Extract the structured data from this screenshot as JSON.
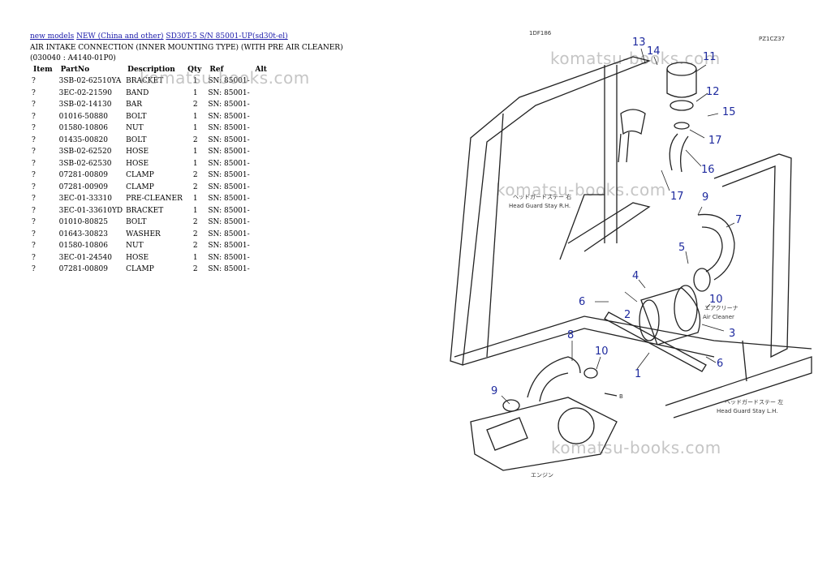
{
  "breadcrumb": {
    "links": [
      "new models",
      "NEW (China and other)",
      "SD30T-5 S/N 85001-UP(sd30t-el)"
    ]
  },
  "page_title": "AIR INTAKE CONNECTION (INNER MOUNTING TYPE) (WITH PRE AIR CLEANER)(030040 : A4140-01P0)",
  "table": {
    "headers": [
      "Item",
      "PartNo",
      "Description",
      "Qty",
      "Ref",
      "Alt"
    ],
    "rows": [
      {
        "item": "?",
        "part": "3SB-02-62510YA",
        "desc": "BRACKET",
        "qty": "1",
        "ref": "SN: 85001-"
      },
      {
        "item": "?",
        "part": "3EC-02-21590",
        "desc": "BAND",
        "qty": "1",
        "ref": "SN: 85001-"
      },
      {
        "item": "?",
        "part": "3SB-02-14130",
        "desc": "BAR",
        "qty": "2",
        "ref": "SN: 85001-"
      },
      {
        "item": "?",
        "part": "01016-50880",
        "desc": "BOLT",
        "qty": "1",
        "ref": "SN: 85001-"
      },
      {
        "item": "?",
        "part": "01580-10806",
        "desc": "NUT",
        "qty": "1",
        "ref": "SN: 85001-"
      },
      {
        "item": "?",
        "part": "01435-00820",
        "desc": "BOLT",
        "qty": "2",
        "ref": "SN: 85001-"
      },
      {
        "item": "?",
        "part": "3SB-02-62520",
        "desc": "HOSE",
        "qty": "1",
        "ref": "SN: 85001-"
      },
      {
        "item": "?",
        "part": "3SB-02-62530",
        "desc": "HOSE",
        "qty": "1",
        "ref": "SN: 85001-"
      },
      {
        "item": "?",
        "part": "07281-00809",
        "desc": "CLAMP",
        "qty": "2",
        "ref": "SN: 85001-"
      },
      {
        "item": "?",
        "part": "07281-00909",
        "desc": "CLAMP",
        "qty": "2",
        "ref": "SN: 85001-"
      },
      {
        "item": "?",
        "part": "3EC-01-33310",
        "desc": "PRE-CLEANER",
        "qty": "1",
        "ref": "SN: 85001-"
      },
      {
        "item": "?",
        "part": "3EC-01-33610YD",
        "desc": "BRACKET",
        "qty": "1",
        "ref": "SN: 85001-"
      },
      {
        "item": "?",
        "part": "01010-80825",
        "desc": "BOLT",
        "qty": "2",
        "ref": "SN: 85001-"
      },
      {
        "item": "?",
        "part": "01643-30823",
        "desc": "WASHER",
        "qty": "2",
        "ref": "SN: 85001-"
      },
      {
        "item": "?",
        "part": "01580-10806",
        "desc": "NUT",
        "qty": "2",
        "ref": "SN: 85001-"
      },
      {
        "item": "?",
        "part": "3EC-01-24540",
        "desc": "HOSE",
        "qty": "1",
        "ref": "SN: 85001-"
      },
      {
        "item": "?",
        "part": "07281-00809",
        "desc": "CLAMP",
        "qty": "2",
        "ref": "SN: 85001-"
      }
    ]
  },
  "watermark": "komatsu-books.com",
  "diagram": {
    "top_code": "1DF186",
    "corner_code": "PZ1CZ37",
    "callouts": [
      "13",
      "14",
      "11",
      "12",
      "15",
      "17",
      "16",
      "17",
      "9",
      "7",
      "5",
      "4",
      "2",
      "6",
      "10",
      "3",
      "6",
      "1",
      "8",
      "10",
      "9"
    ],
    "labels": {
      "head_guard_rh_jp": "ヘッドガードステー 右",
      "head_guard_rh": "Head Guard Stay R.H.",
      "air_cleaner_jp": "エアクリーナ",
      "air_cleaner": "Air Cleaner",
      "head_guard_lh_jp": "ヘッドガードステー 左",
      "head_guard_lh": "Head Guard Stay L.H.",
      "engine_jp": "エンジン",
      "arrow_b": "B"
    }
  }
}
